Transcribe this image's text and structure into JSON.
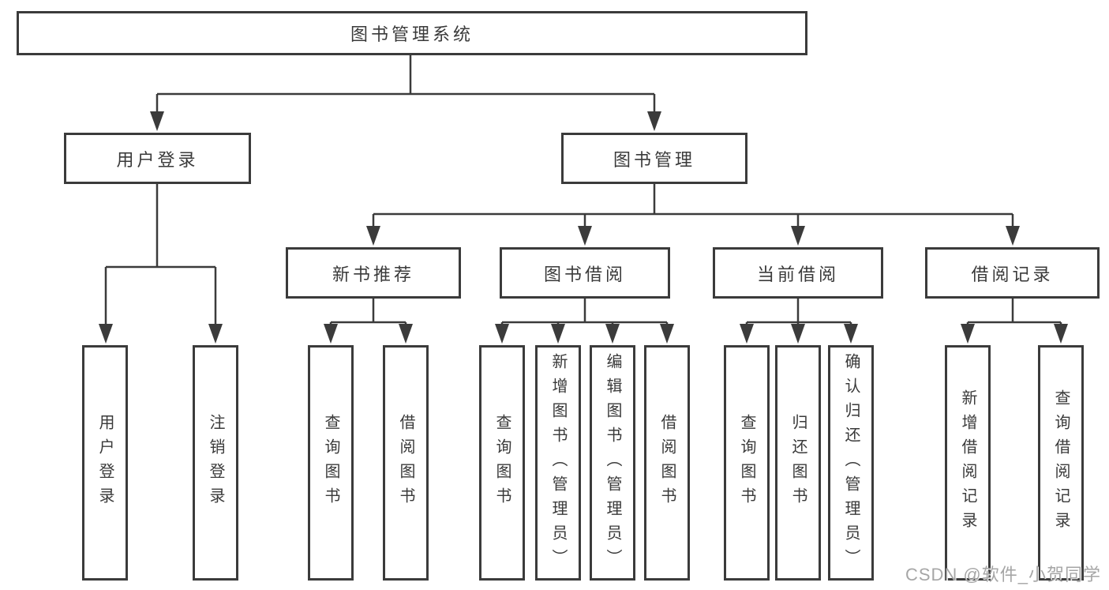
{
  "diagram_title": "图书管理系统",
  "nodes": {
    "root": {
      "label": "图书管理系统"
    },
    "level2": [
      {
        "label": "用户登录"
      },
      {
        "label": "图书管理"
      }
    ],
    "level3": [
      {
        "label": "新书推荐"
      },
      {
        "label": "图书借阅"
      },
      {
        "label": "当前借阅"
      },
      {
        "label": "借阅记录"
      }
    ],
    "leaves": {
      "login": [
        "用户登录",
        "注销登录"
      ],
      "recommend": [
        "查询图书",
        "借阅图书"
      ],
      "borrow": [
        "查询图书",
        "新增图书（管理员）",
        "编辑图书（管理员）",
        "借阅图书"
      ],
      "current": [
        "查询图书",
        "归还图书",
        "确认归还（管理员）"
      ],
      "records": [
        "新增借阅记录",
        "查询借阅记录"
      ]
    }
  },
  "watermark": "CSDN @软件_小贺同学",
  "colors": {
    "line": "#3b3b3b",
    "text": "#3a3a3a",
    "background": "#ffffff",
    "watermark": "#9e9e9e"
  }
}
